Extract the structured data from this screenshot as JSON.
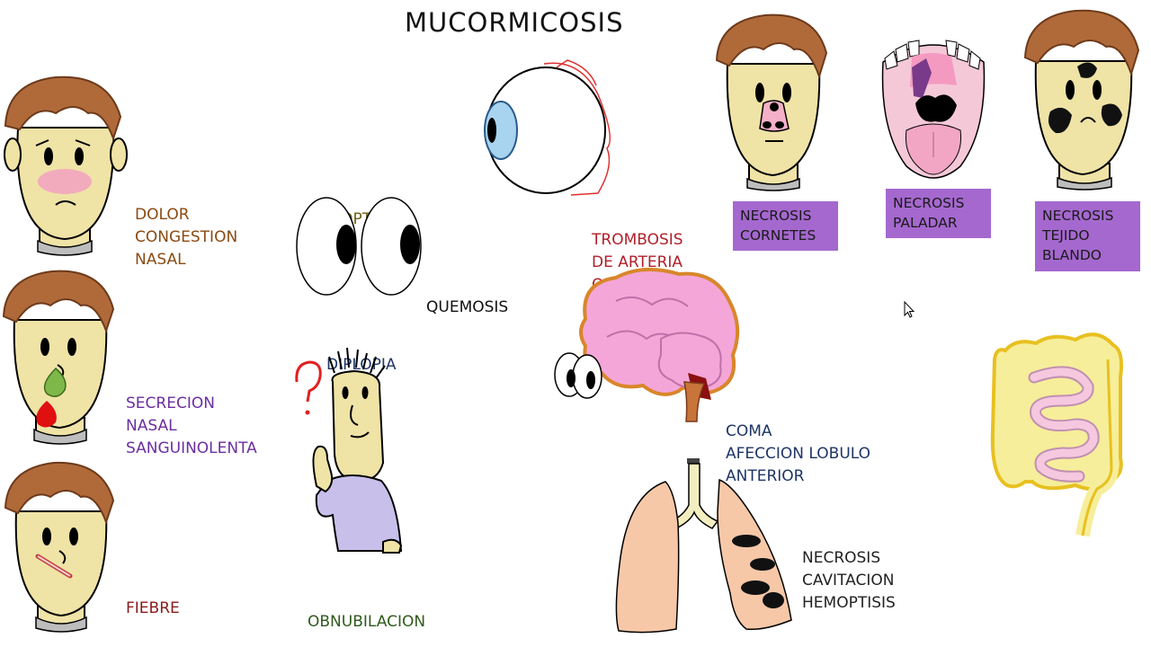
{
  "title": "MUCORMICOSIS",
  "labels": {
    "dolor": [
      "DOLOR",
      "CONGESTION",
      "NASAL"
    ],
    "secrecion": [
      "SECRECION",
      "NASAL",
      "SANGUINOLENTA"
    ],
    "fiebre": [
      "FIEBRE"
    ],
    "proptosis": [
      "PROPTOSIS"
    ],
    "quemosis": [
      "QUEMOSIS"
    ],
    "diplopia": [
      "DIPLOPIA"
    ],
    "obnubilacion": [
      "OBNUBILACION"
    ],
    "trombosis": [
      "TROMBOSIS",
      "DE ARTERIA",
      "OFTALMICA"
    ],
    "coma": [
      "COMA",
      "AFECCION LOBULO",
      "ANTERIOR"
    ],
    "pulmon": [
      "NECROSIS",
      "CAVITACION",
      "HEMOPTISIS"
    ]
  },
  "boxes": {
    "cornetes": [
      "NECROSIS",
      "CORNETES"
    ],
    "paladar": [
      "NECROSIS",
      "PALADAR"
    ],
    "tejido": [
      "NECROSIS",
      "TEJIDO",
      "BLANDO"
    ]
  },
  "colors": {
    "brown_label": "#8a4a12",
    "purple_label": "#6b2fa0",
    "dark_red_label": "#8b1a1a",
    "olive_label": "#6b6010",
    "navy_label": "#1f3566",
    "green_label": "#2f5a1c",
    "red_label": "#b0202a",
    "box_purple": "#a568cf",
    "skin": "#efe3a6",
    "hair": "#b06a3a"
  },
  "icons": [
    "face-icon",
    "eyes-icon",
    "eyeball-icon",
    "brain-icon",
    "lungs-icon",
    "intestine-icon",
    "mouth-icon",
    "thinking-person-icon",
    "cursor-icon"
  ]
}
